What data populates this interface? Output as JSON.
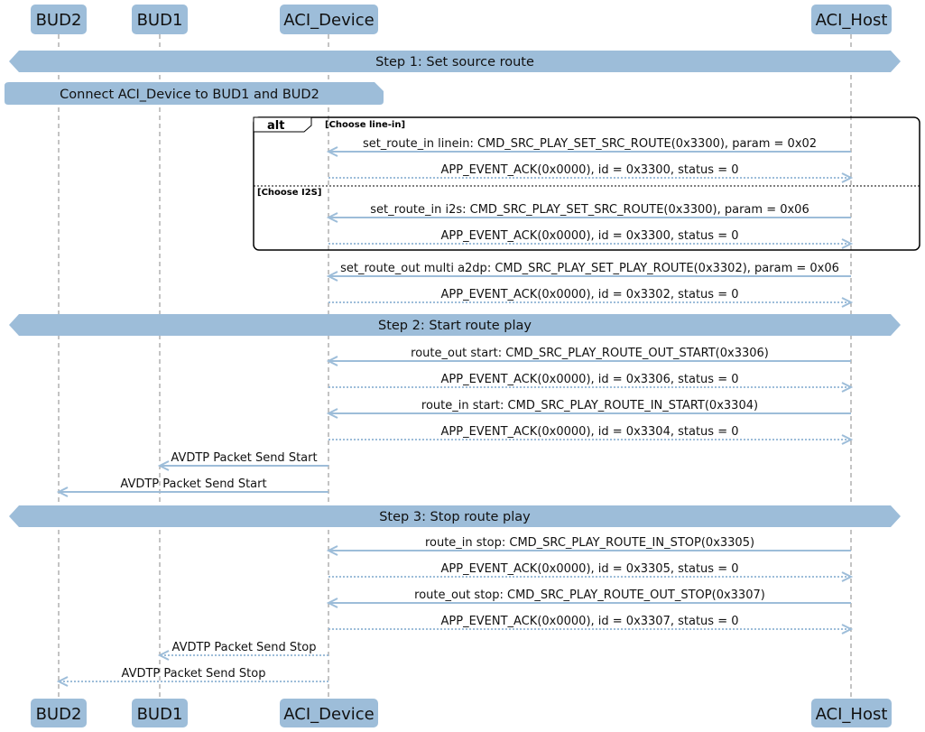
{
  "participants": [
    {
      "id": "bud2",
      "label": "BUD2"
    },
    {
      "id": "bud1",
      "label": "BUD1"
    },
    {
      "id": "aci_device",
      "label": "ACI_Device"
    },
    {
      "id": "aci_host",
      "label": "ACI_Host"
    }
  ],
  "steps": [
    {
      "label": "Step 1: Set source route"
    },
    {
      "label": "Step 2: Start route play"
    },
    {
      "label": "Step 3: Stop route play"
    }
  ],
  "note": {
    "label": "Connect ACI_Device to BUD1 and BUD2"
  },
  "alt": {
    "title": "alt",
    "guards": [
      "[Choose line-in]",
      "[Choose I2S]"
    ]
  },
  "messages": [
    {
      "from": "aci_host",
      "to": "aci_device",
      "style": "solid",
      "label": "set_route_in linein: CMD_SRC_PLAY_SET_SRC_ROUTE(0x3300), param = 0x02"
    },
    {
      "from": "aci_device",
      "to": "aci_host",
      "style": "dotted",
      "label": "APP_EVENT_ACK(0x0000), id = 0x3300, status = 0"
    },
    {
      "from": "aci_host",
      "to": "aci_device",
      "style": "solid",
      "label": "set_route_in i2s: CMD_SRC_PLAY_SET_SRC_ROUTE(0x3300), param = 0x06"
    },
    {
      "from": "aci_device",
      "to": "aci_host",
      "style": "dotted",
      "label": "APP_EVENT_ACK(0x0000), id = 0x3300, status = 0"
    },
    {
      "from": "aci_host",
      "to": "aci_device",
      "style": "solid",
      "label": "set_route_out multi a2dp: CMD_SRC_PLAY_SET_PLAY_ROUTE(0x3302), param = 0x06"
    },
    {
      "from": "aci_device",
      "to": "aci_host",
      "style": "dotted",
      "label": "APP_EVENT_ACK(0x0000), id = 0x3302, status = 0"
    },
    {
      "from": "aci_host",
      "to": "aci_device",
      "style": "solid",
      "label": "route_out start: CMD_SRC_PLAY_ROUTE_OUT_START(0x3306)"
    },
    {
      "from": "aci_device",
      "to": "aci_host",
      "style": "dotted",
      "label": "APP_EVENT_ACK(0x0000), id = 0x3306, status = 0"
    },
    {
      "from": "aci_host",
      "to": "aci_device",
      "style": "solid",
      "label": "route_in start: CMD_SRC_PLAY_ROUTE_IN_START(0x3304)"
    },
    {
      "from": "aci_device",
      "to": "aci_host",
      "style": "dotted",
      "label": "APP_EVENT_ACK(0x0000), id = 0x3304, status = 0"
    },
    {
      "from": "aci_device",
      "to": "bud1",
      "style": "solid",
      "label": "AVDTP Packet Send Start"
    },
    {
      "from": "aci_device",
      "to": "bud2",
      "style": "solid",
      "label": "AVDTP Packet Send Start"
    },
    {
      "from": "aci_host",
      "to": "aci_device",
      "style": "solid",
      "label": "route_in stop: CMD_SRC_PLAY_ROUTE_IN_STOP(0x3305)"
    },
    {
      "from": "aci_device",
      "to": "aci_host",
      "style": "dotted",
      "label": "APP_EVENT_ACK(0x0000), id = 0x3305, status = 0"
    },
    {
      "from": "aci_host",
      "to": "aci_device",
      "style": "solid",
      "label": "route_out stop: CMD_SRC_PLAY_ROUTE_OUT_STOP(0x3307)"
    },
    {
      "from": "aci_device",
      "to": "aci_host",
      "style": "dotted",
      "label": "APP_EVENT_ACK(0x0000), id = 0x3307, status = 0"
    },
    {
      "from": "aci_device",
      "to": "bud1",
      "style": "dotted",
      "label": "AVDTP Packet Send Stop"
    },
    {
      "from": "aci_device",
      "to": "bud2",
      "style": "dotted",
      "label": "AVDTP Packet Send Stop"
    }
  ],
  "colors": {
    "accent": "#9dbdd9",
    "lifeline": "#8a8a8a",
    "text": "#111111"
  }
}
